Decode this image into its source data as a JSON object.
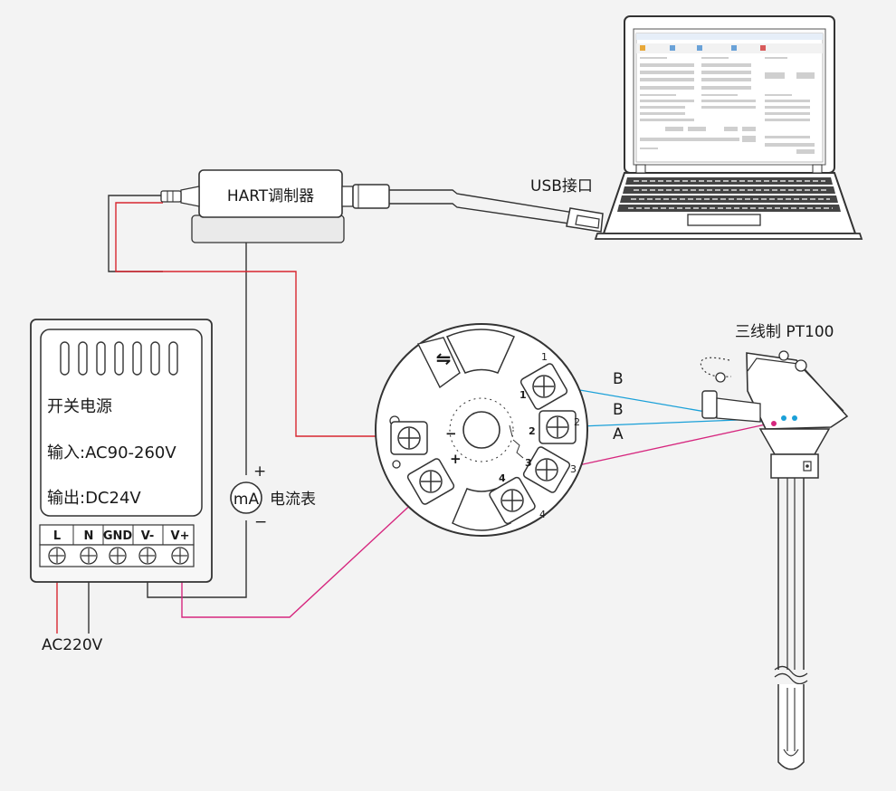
{
  "power_supply": {
    "title": "开关电源",
    "input": "输入:AC90-260V",
    "output": "输出:DC24V",
    "terminals": [
      "L",
      "N",
      "GND",
      "V-",
      "V+"
    ]
  },
  "mains_label": "AC220V",
  "ammeter": {
    "symbol": "mA",
    "label": "电流表",
    "plus": "+",
    "minus": "−"
  },
  "modem_label": "HART调制器",
  "usb_label": "USB接口",
  "sensor_label": "三线制 PT100",
  "transmitter": {
    "minus": "−",
    "plus": "+",
    "terminals": [
      "1",
      "2",
      "3",
      "4"
    ]
  },
  "wire_labels": [
    "B",
    "B",
    "A"
  ],
  "colors": {
    "red": "#d8262f",
    "blue": "#1aa0d8",
    "magenta": "#d6267e",
    "line": "#333333"
  }
}
